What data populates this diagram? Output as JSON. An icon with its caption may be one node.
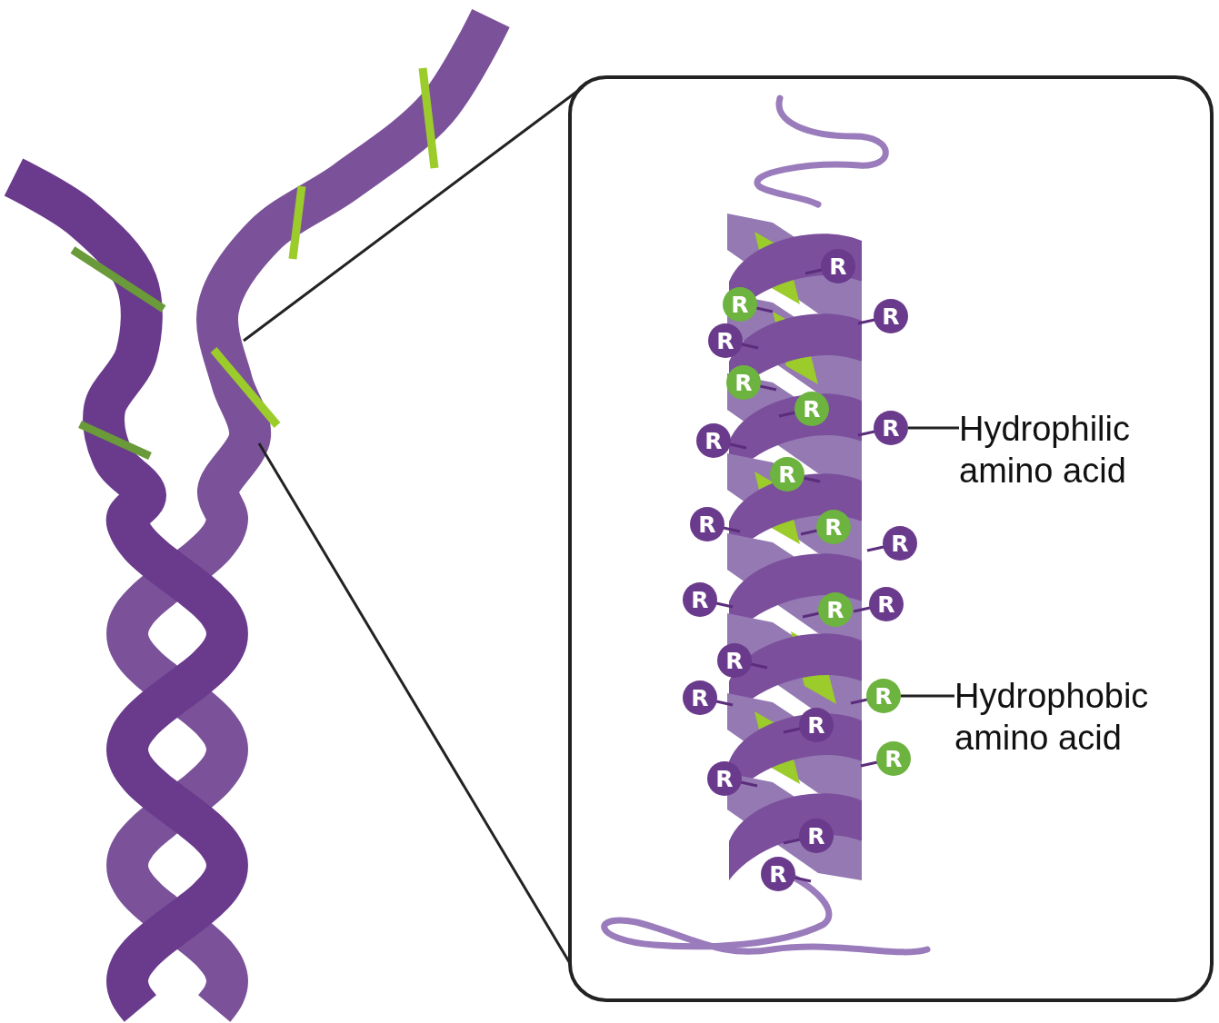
{
  "diagram": {
    "nodes": [
      {
        "text": [],
        "shape": "picture"
      },
      {
        "text": [],
        "shape": "box"
      },
      {
        "text": [
          "R"
        ],
        "in": 1
      },
      {
        "text": [
          "R"
        ],
        "in": 1
      },
      {
        "text": [
          "R"
        ],
        "in": 1
      },
      {
        "text": [
          "R"
        ],
        "in": 1
      },
      {
        "text": [
          "R"
        ],
        "in": 1
      },
      {
        "text": [
          "R"
        ],
        "in": 1
      },
      {
        "text": [
          "R"
        ],
        "in": 1
      },
      {
        "text": [
          "R"
        ],
        "in": 1
      },
      {
        "text": [
          "R"
        ],
        "in": 1
      },
      {
        "text": [
          "R"
        ],
        "in": 1
      },
      {
        "text": [
          "R"
        ],
        "in": 1
      },
      {
        "text": [
          "R"
        ],
        "in": 1
      },
      {
        "text": [
          "R"
        ],
        "in": 1
      },
      {
        "text": [
          "R"
        ],
        "in": 1
      },
      {
        "text": [
          "R"
        ],
        "in": 1
      },
      {
        "text": [
          "R"
        ],
        "in": 1
      },
      {
        "text": [
          "R"
        ],
        "in": 1
      },
      {
        "text": [
          "R"
        ],
        "in": 1
      },
      {
        "text": [
          "R"
        ],
        "in": 1
      },
      {
        "text": [
          "R"
        ],
        "in": 1
      },
      {
        "text": [
          "R"
        ],
        "in": 1
      },
      {
        "text": [
          "R"
        ],
        "in": 1
      },
      {
        "text": [
          "R"
        ],
        "in": 1
      },
      {
        "text": [
          "Hydrophilic amino acid"
        ],
        "in": 1
      },
      {
        "text": [
          "Hydrophobic amino acid"
        ],
        "in": 1
      }
    ],
    "edges": [
      {
        "from": 0,
        "to": 1,
        "arrow": "none"
      },
      {
        "from": 0,
        "to": 1,
        "arrow": "none"
      },
      {
        "from": 25,
        "to": 8,
        "arrow": "none"
      },
      {
        "from": 26,
        "to": 18,
        "arrow": "none"
      }
    ]
  }
}
